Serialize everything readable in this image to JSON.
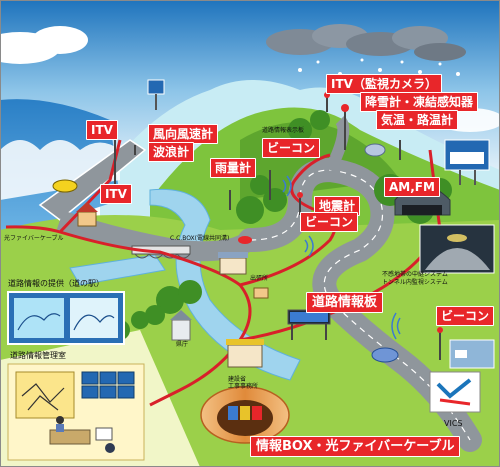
{
  "labels": {
    "itv_left_top": "ITV",
    "itv_left_bottom": "ITV",
    "wind_gauge": "風向風速計",
    "wave_gauge": "波浪計",
    "rain_gauge": "雨量計",
    "beacon_top": "ビーコン",
    "road_info_board_small": "道路情報表示板",
    "itv_camera": "ITV（監視カメラ）",
    "snow_freeze": "降雪計・凍結感知器",
    "temp_road": "気温・路温計",
    "am_fm": "AM,FM",
    "seismometer": "地震計",
    "beacon_mid": "ビーコン",
    "beacon_right": "ビーコン",
    "road_info_board": "道路情報板",
    "info_box_fiber": "情報BOX・光ファイバーケーブル",
    "fiber_cable": "光ファイバーケーブル",
    "cc_box": "C.C.BOX(電線共同溝)",
    "road_info_provision": "道路情報の提供（道の駅）",
    "road_info_control": "道路情報管理室",
    "tunnel_system_1": "不感地帯の中継システム",
    "tunnel_system_2": "トンネル内監視システム",
    "construction_office": "建設省\n工事事務所",
    "river_office": "出張所",
    "county_office": "県庁",
    "vics": "VICS"
  },
  "colors": {
    "tag_red": "#e8262a",
    "fiber_red": "#d8202a",
    "road": "#8f969c",
    "river": "#9fd4ee",
    "grass": "#8cc63e",
    "sky": "#2f86c7"
  }
}
